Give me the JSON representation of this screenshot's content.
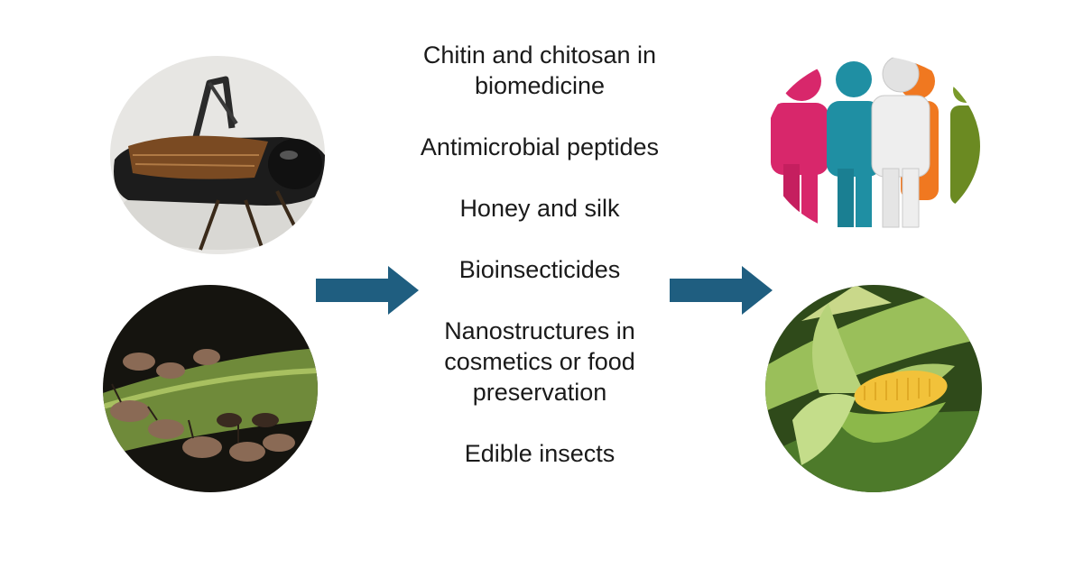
{
  "items": [
    {
      "text": "Chitin and chitosan in biomedicine"
    },
    {
      "text": "Antimicrobial peptides"
    },
    {
      "text": "Honey and silk"
    },
    {
      "text": "Bioinsecticides"
    },
    {
      "text": "Nanostructures in cosmetics or food preservation"
    },
    {
      "text": "Edible insects"
    }
  ],
  "colors": {
    "arrow": "#1f5e80",
    "background": "#ffffff",
    "text": "#1a1a1a"
  },
  "images": {
    "left_top": "cricket-photo",
    "left_bottom": "aphids-photo",
    "right_top": "people-figures",
    "right_bottom": "corn-photo"
  }
}
